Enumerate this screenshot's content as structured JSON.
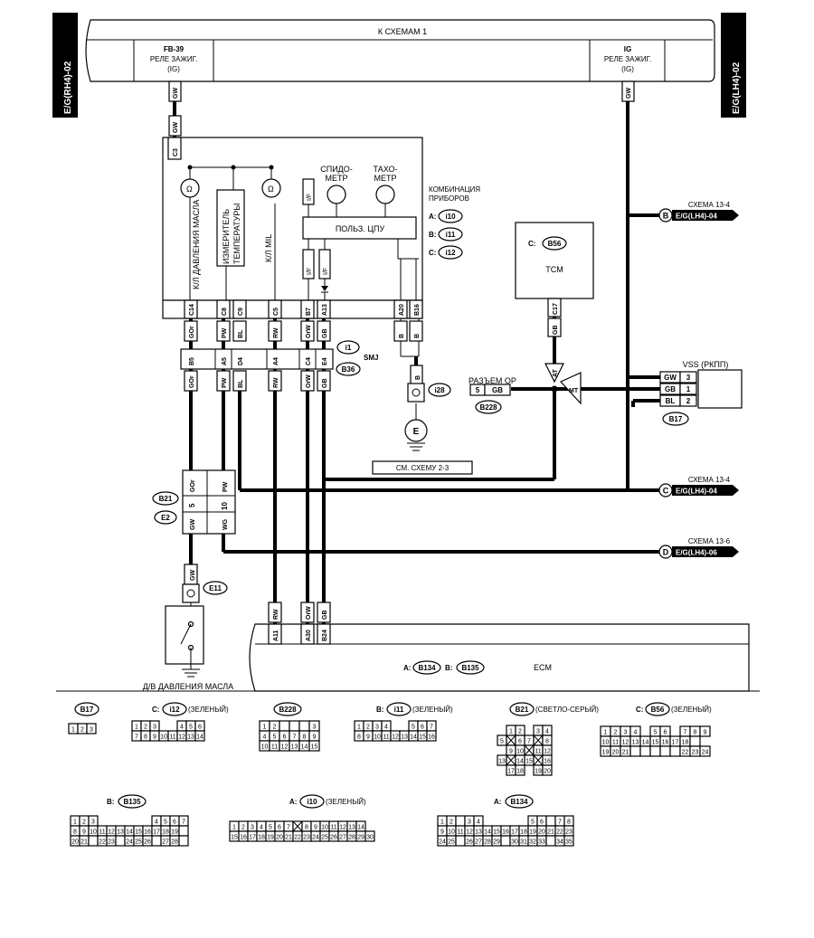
{
  "header": {
    "bus_label": "К СХЕМАМ 1",
    "left_tab": "E/G(RH4)-02",
    "right_tab": "E/G(LH4)-02",
    "left_relay": [
      "FB-39",
      "РЕЛЕ ЗАЖИГ.",
      "(IG)"
    ],
    "right_relay": [
      "IG",
      "РЕЛЕ ЗАЖИГ.",
      "(IG)"
    ]
  },
  "combination_meter": {
    "title": [
      "КОМБИНАЦИЯ",
      "ПРИБОРОВ"
    ],
    "conn": [
      {
        "p": "A:",
        "id": "i10"
      },
      {
        "p": "B:",
        "id": "i11"
      },
      {
        "p": "C:",
        "id": "i12"
      }
    ],
    "oil_lamp": "К/Л ДАВЛЕНИЯ МАСЛА",
    "temp_gauge": [
      "ИЗМЕРИТЕЛЬ",
      "ТЕМПЕРАТУРЫ"
    ],
    "mil": "К/Л MIL",
    "speedo": [
      "СПИДО-",
      "МЕТР"
    ],
    "tacho": [
      "ТАХО-",
      "МЕТР"
    ],
    "cpu": "ПОЛЬЗ. ЦПУ",
    "if": "I/F",
    "top_pin": "C3",
    "pins": [
      "C14",
      "C8",
      "C9",
      "C5",
      "B7",
      "A13",
      "A20",
      "B16"
    ],
    "pins_wires": [
      "GOr",
      "PW",
      "BL",
      "RW",
      "OrW",
      "GB",
      "B",
      "B"
    ]
  },
  "smj": {
    "label": "SMJ",
    "conn": [
      "i1",
      "B36"
    ],
    "pins": [
      "B5",
      "A5",
      "D4",
      "A4",
      "C4",
      "E4"
    ],
    "wires": [
      "GOr",
      "PW",
      "BL",
      "RW",
      "OrW",
      "GB"
    ]
  },
  "ground": {
    "conn": "i28",
    "wire": "B",
    "symbol": "E",
    "ref": "СМ. СХЕМУ 2-3"
  },
  "tcm": {
    "conn": "B56",
    "prefix": "C:",
    "label": "TCM",
    "pin": "C17",
    "wire": "GB",
    "at": "AT",
    "mt": "MT"
  },
  "op_connector": {
    "label": "РАЗЪЕМ ОР",
    "pin": "5",
    "wire": "GB",
    "conn": "B228"
  },
  "vss": {
    "label": "VSS (РКПП)",
    "conn": "B17",
    "pins": [
      {
        "w": "GW",
        "n": "3"
      },
      {
        "w": "GB",
        "n": "1"
      },
      {
        "w": "BL",
        "n": "2"
      }
    ]
  },
  "refs": [
    {
      "letter": "B",
      "schema": "СХЕМА 13-4",
      "tab": "E/G(LH4)-04"
    },
    {
      "letter": "C",
      "schema": "СХЕМА 13-4",
      "tab": "E/G(LH4)-04"
    },
    {
      "letter": "D",
      "schema": "СХЕМА 13-6",
      "tab": "E/G(LH4)-06"
    }
  ],
  "b21": {
    "c1": "B21",
    "c2": "E2",
    "p1": "5",
    "p2": "10",
    "top": [
      "GOr",
      "PW"
    ],
    "bot": [
      "GW",
      "WG"
    ]
  },
  "wire_gw": "GW",
  "oil_switch": {
    "conn": "E11",
    "wire": "GW",
    "label": "Д/В ДАВЛЕНИЯ МАСЛА"
  },
  "ecm": {
    "label": "ECM",
    "pins": [
      "A11",
      "A30",
      "B24"
    ],
    "wires": [
      "RW",
      "OrW",
      "GB"
    ],
    "conn_a": "B134",
    "conn_b": "B135",
    "pa": "A:",
    "pb": "B:"
  },
  "legend": {
    "b17": "B17",
    "i12": {
      "p": "C:",
      "id": "i12",
      "color": "(ЗЕЛЕНЫЙ)"
    },
    "b228": "B228",
    "i11": {
      "p": "B:",
      "id": "i11",
      "color": "(ЗЕЛЕНЫЙ)"
    },
    "b21": {
      "id": "B21",
      "color": "(СВЕТЛО-СЕРЫЙ)"
    },
    "b56": {
      "p": "C:",
      "id": "B56",
      "color": "(ЗЕЛЕНЫЙ)"
    },
    "b135": {
      "p": "B:",
      "id": "B135"
    },
    "i10": {
      "p": "A:",
      "id": "i10",
      "color": "(ЗЕЛЕНЫЙ)"
    },
    "b134": {
      "p": "A:",
      "id": "B134"
    }
  }
}
